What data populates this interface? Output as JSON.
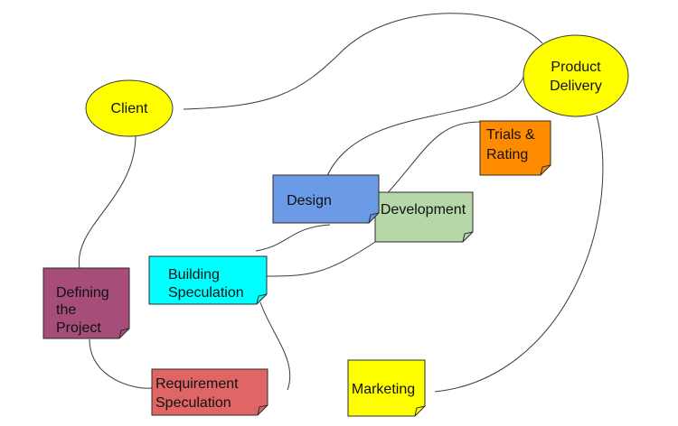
{
  "nodes": {
    "client": {
      "label": "Client",
      "color": "#ffff00"
    },
    "product_delivery": {
      "line1": "Product",
      "line2": "Delivery",
      "color": "#ffff00"
    },
    "trials_rating": {
      "line1": "Trials &",
      "line2": "Rating",
      "color": "#ff8c00"
    },
    "design": {
      "label": "Design",
      "color": "#6b9be6"
    },
    "development": {
      "label": "Development",
      "color": "#b6d7a8"
    },
    "building_speculation": {
      "line1": "Building",
      "line2": "Speculation",
      "color": "#00ffff"
    },
    "defining_project": {
      "line1": "Defining",
      "line2": "the",
      "line3": "Project",
      "color": "#a64d79"
    },
    "requirement_speculation": {
      "line1": "Requirement",
      "line2": "Speculation",
      "color": "#e06666"
    },
    "marketing": {
      "label": "Marketing",
      "color": "#ffff00"
    }
  }
}
